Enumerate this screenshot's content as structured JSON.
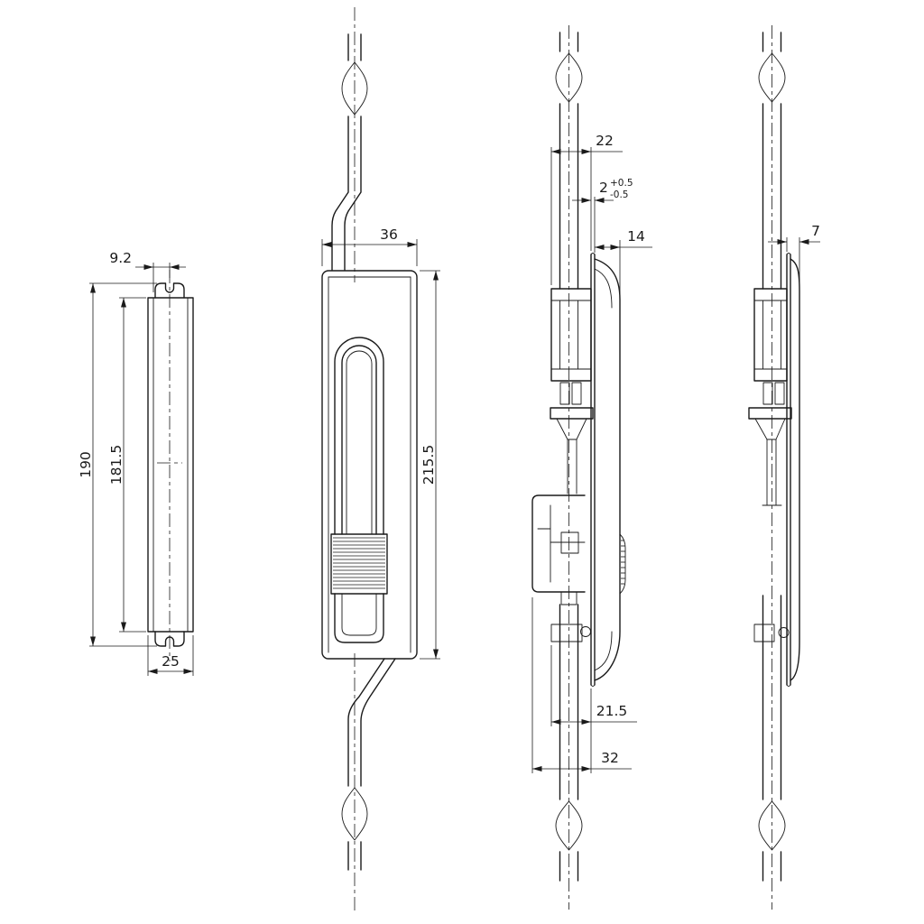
{
  "drawing": {
    "background_color": "#ffffff",
    "line_color": "#1a1a1a",
    "views": {
      "plate_front": {
        "dim_flange_offset": "9.2",
        "dim_height_overall": "190",
        "dim_height_body": "181.5",
        "dim_width": "25"
      },
      "latch_front": {
        "dim_width": "36",
        "dim_height": "215.5"
      },
      "latch_side": {
        "dim_block_depth": "22",
        "dim_panel_nominal": "2",
        "dim_panel_tol_plus": "+0.5",
        "dim_panel_tol_minus": "-0.5",
        "dim_cover_depth": "14",
        "dim_lower_depth": "21.5",
        "dim_case_depth": "32"
      },
      "latch_profile": {
        "dim_thickness": "7"
      }
    }
  }
}
